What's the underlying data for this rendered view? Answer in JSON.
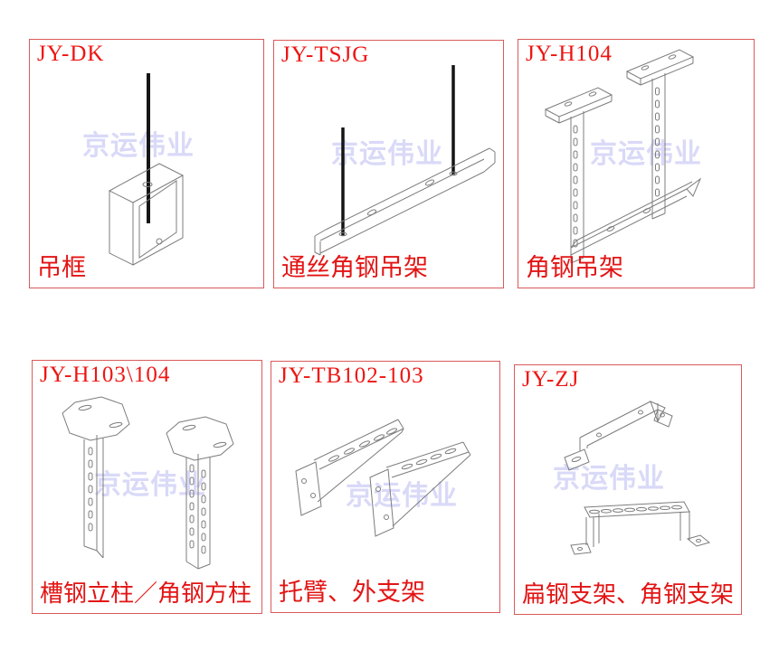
{
  "watermark": "京运伟业",
  "colors": {
    "cell_border": "#da5a5a",
    "code_text": "#ee1512",
    "caption_text": "#e31414",
    "watermark": "#d9d9f8",
    "line_art": "#7c7c7c",
    "rod": "#151515",
    "background": "#ffffff"
  },
  "cells": [
    {
      "code": "JY-DK",
      "caption": "吊框",
      "drawing": "hanging-box-frame-with-threaded-rod"
    },
    {
      "code": "JY-TSJG",
      "caption": "通丝角钢吊架",
      "drawing": "angle-steel-bar-with-two-threaded-rods"
    },
    {
      "code": "JY-H104",
      "caption": "角钢吊架",
      "drawing": "two-slotted-angle-posts-with-ceiling-plates-and-cross-arm"
    },
    {
      "code": "JY-H103\\104",
      "caption": "槽钢立柱／角钢方柱",
      "drawing": "two-slotted-posts-with-octagonal-top-plates"
    },
    {
      "code": "JY-TB102-103",
      "caption": "托臂、外支架",
      "drawing": "two-slotted-cantilever-arms-with-wall-plates"
    },
    {
      "code": "JY-ZJ",
      "caption": "扁钢支架、角钢支架",
      "drawing": "flat-steel-z-bracket-and-bridge-bracket"
    }
  ]
}
